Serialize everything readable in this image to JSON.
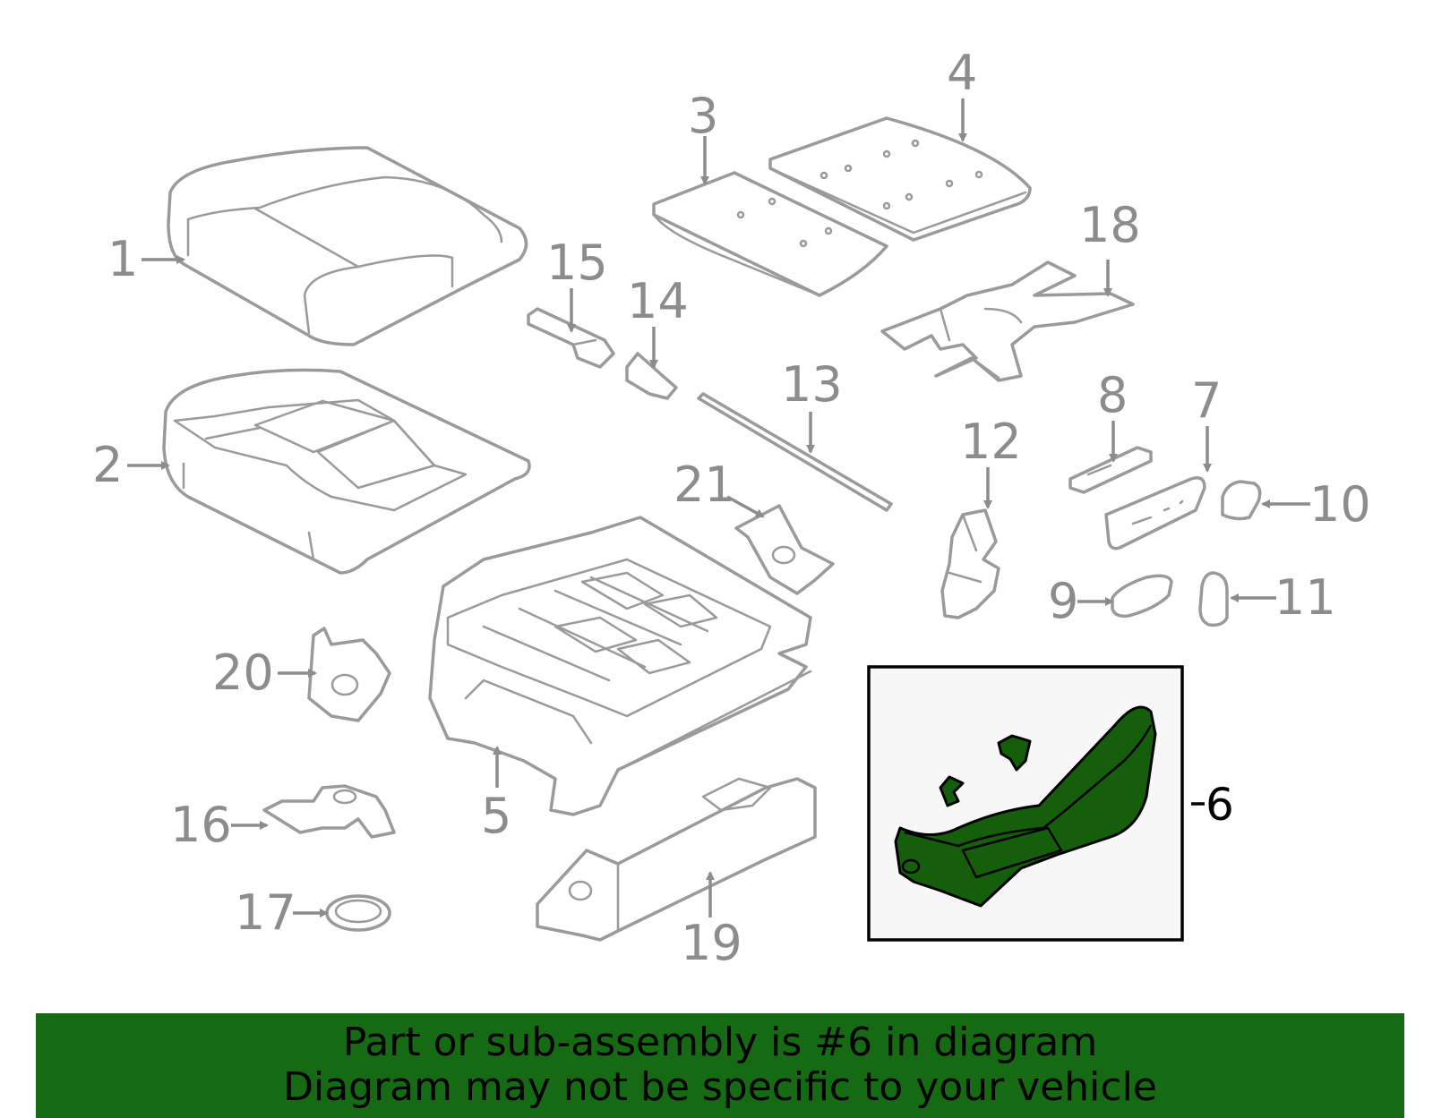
{
  "callouts": {
    "c1": "1",
    "c2": "2",
    "c3": "3",
    "c4": "4",
    "c5": "5",
    "c6": "6",
    "c7": "7",
    "c8": "8",
    "c9": "9",
    "c10": "10",
    "c11": "11",
    "c12": "12",
    "c13": "13",
    "c14": "14",
    "c15": "15",
    "c16": "16",
    "c17": "17",
    "c18": "18",
    "c19": "19",
    "c20": "20",
    "c21": "21"
  },
  "highlight": {
    "part_number": "6",
    "color": "#155e0c",
    "box_background": "#f7f7f7"
  },
  "footer": {
    "line1": "Part or sub-assembly is #6 in diagram",
    "line2": "Diagram may not be specific to your vehicle",
    "background": "#176a14"
  }
}
